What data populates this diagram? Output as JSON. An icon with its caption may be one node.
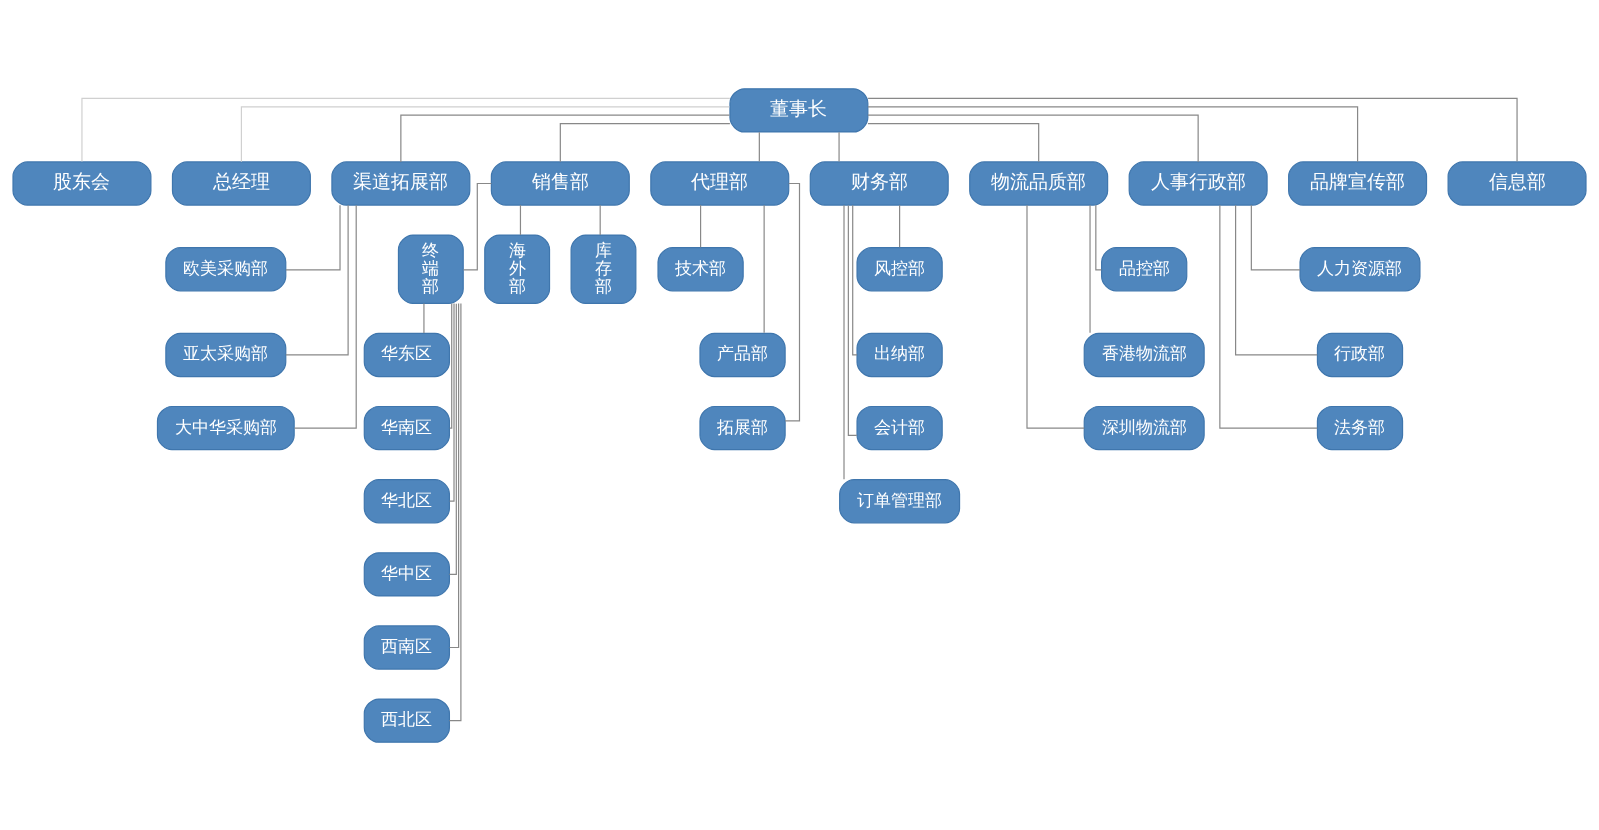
{
  "diagram": {
    "nodes": [
      {
        "text": [
          "董事长"
        ]
      },
      {
        "text": [
          "股东会"
        ]
      },
      {
        "text": [
          "总经理"
        ]
      },
      {
        "text": [
          "渠道拓展部"
        ]
      },
      {
        "text": [
          "欧美采购部"
        ]
      },
      {
        "text": [
          "亚太采购部"
        ]
      },
      {
        "text": [
          "大中华采购部"
        ]
      },
      {
        "text": [
          "销售部"
        ]
      },
      {
        "text": [
          "终端部"
        ]
      },
      {
        "text": [
          "海外部"
        ]
      },
      {
        "text": [
          "库存部"
        ]
      },
      {
        "text": [
          "华东区"
        ]
      },
      {
        "text": [
          "华南区"
        ]
      },
      {
        "text": [
          "华北区"
        ]
      },
      {
        "text": [
          "华中区"
        ]
      },
      {
        "text": [
          "西南区"
        ]
      },
      {
        "text": [
          "西北区"
        ]
      },
      {
        "text": [
          "代理部"
        ]
      },
      {
        "text": [
          "技术部"
        ]
      },
      {
        "text": [
          "产品部"
        ]
      },
      {
        "text": [
          "拓展部"
        ]
      },
      {
        "text": [
          "财务部"
        ]
      },
      {
        "text": [
          "风控部"
        ]
      },
      {
        "text": [
          "出纳部"
        ]
      },
      {
        "text": [
          "会计部"
        ]
      },
      {
        "text": [
          "订单管理部"
        ]
      },
      {
        "text": [
          "物流品质部"
        ]
      },
      {
        "text": [
          "品控部"
        ]
      },
      {
        "text": [
          "香港物流部"
        ]
      },
      {
        "text": [
          "深圳物流部"
        ]
      },
      {
        "text": [
          "人事行政部"
        ]
      },
      {
        "text": [
          "人力资源部"
        ]
      },
      {
        "text": [
          "行政部"
        ]
      },
      {
        "text": [
          "法务部"
        ]
      },
      {
        "text": [
          "品牌宣传部"
        ]
      },
      {
        "text": [
          "信息部"
        ]
      }
    ],
    "edges": [
      {
        "from": 0,
        "to": 1,
        "arrow": "none",
        "color": "#d0d0d0"
      },
      {
        "from": 0,
        "to": 2,
        "arrow": "none",
        "color": "#d0d0d0"
      },
      {
        "from": 0,
        "to": 3,
        "arrow": "none"
      },
      {
        "from": 0,
        "to": 7,
        "arrow": "none"
      },
      {
        "from": 0,
        "to": 17,
        "arrow": "none"
      },
      {
        "from": 0,
        "to": 21,
        "arrow": "none"
      },
      {
        "from": 0,
        "to": 26,
        "arrow": "none"
      },
      {
        "from": 0,
        "to": 30,
        "arrow": "none"
      },
      {
        "from": 0,
        "to": 34,
        "arrow": "none"
      },
      {
        "from": 0,
        "to": 35,
        "arrow": "none"
      },
      {
        "from": 3,
        "to": 4,
        "arrow": "none"
      },
      {
        "from": 3,
        "to": 5,
        "arrow": "none"
      },
      {
        "from": 3,
        "to": 6,
        "arrow": "none"
      },
      {
        "from": 7,
        "to": 8,
        "arrow": "none"
      },
      {
        "from": 7,
        "to": 9,
        "arrow": "none"
      },
      {
        "from": 7,
        "to": 10,
        "arrow": "none"
      },
      {
        "from": 8,
        "to": 11,
        "arrow": "none"
      },
      {
        "from": 8,
        "to": 12,
        "arrow": "none"
      },
      {
        "from": 8,
        "to": 13,
        "arrow": "none"
      },
      {
        "from": 8,
        "to": 14,
        "arrow": "none"
      },
      {
        "from": 8,
        "to": 15,
        "arrow": "none"
      },
      {
        "from": 8,
        "to": 16,
        "arrow": "none"
      },
      {
        "from": 17,
        "to": 18,
        "arrow": "none"
      },
      {
        "from": 17,
        "to": 19,
        "arrow": "none"
      },
      {
        "from": 17,
        "to": 20,
        "arrow": "none"
      },
      {
        "from": 21,
        "to": 22,
        "arrow": "none"
      },
      {
        "from": 21,
        "to": 23,
        "arrow": "none"
      },
      {
        "from": 21,
        "to": 24,
        "arrow": "none"
      },
      {
        "from": 21,
        "to": 25,
        "arrow": "none"
      },
      {
        "from": 26,
        "to": 27,
        "arrow": "none"
      },
      {
        "from": 26,
        "to": 28,
        "arrow": "none"
      },
      {
        "from": 26,
        "to": 29,
        "arrow": "none"
      },
      {
        "from": 30,
        "to": 31,
        "arrow": "none"
      },
      {
        "from": 30,
        "to": 32,
        "arrow": "none"
      },
      {
        "from": 30,
        "to": 33,
        "arrow": "none"
      }
    ]
  }
}
